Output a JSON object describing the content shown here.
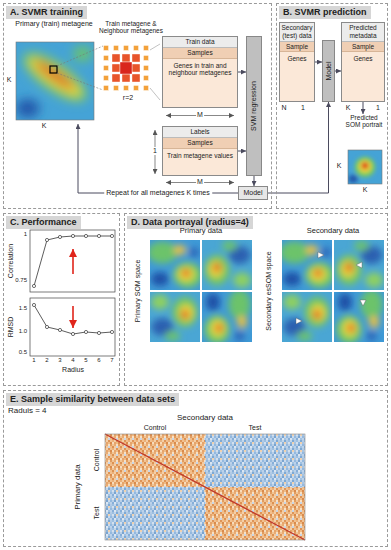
{
  "diagram": {
    "nodes": [
      {
        "text": [
          "A. SVMR training"
        ]
      },
      {
        "text": [
          "Primary (train) metagene"
        ],
        "in": 0
      },
      {
        "text": [
          "Train data",
          "Samples",
          "Genes in train and neighbour metagenes"
        ],
        "in": 0
      },
      {
        "text": [
          "Labels",
          "Samples",
          "Train metagene values"
        ],
        "in": 0
      },
      {
        "text": [
          "SVM regression"
        ],
        "in": 0
      },
      {
        "text": [
          "Model"
        ],
        "in": 0
      },
      {
        "text": [
          "B. SVMR prediction"
        ]
      },
      {
        "text": [
          "Secondary (test) data",
          "Sample",
          "Genes"
        ],
        "in": 6
      },
      {
        "text": [
          "Model"
        ],
        "in": 6
      },
      {
        "text": [
          "Predicted metadata",
          "Sample",
          "Genes"
        ],
        "in": 6
      },
      {
        "text": [
          "Predicted SOM portrait"
        ],
        "in": 6
      },
      {
        "text": [
          "C. Performance"
        ]
      },
      {
        "text": [
          "D. Data portrayal (radius=4)"
        ]
      },
      {
        "text": [
          "E. Sample similarity between data sets"
        ]
      }
    ],
    "edges": [
      {
        "from": 2,
        "to": 4,
        "arrow": "to"
      },
      {
        "from": 3,
        "to": 4,
        "arrow": "to"
      },
      {
        "from": 4,
        "to": 5,
        "arrow": "to"
      },
      {
        "from": 5,
        "to": 1,
        "label": "Repeat for all metagenes K times",
        "arrow": "to"
      },
      {
        "from": 5,
        "to": 8,
        "arrow": "to"
      },
      {
        "from": 7,
        "to": 8,
        "arrow": "to"
      },
      {
        "from": 8,
        "to": 9,
        "arrow": "to"
      },
      {
        "from": 9,
        "to": 10,
        "arrow": "to"
      }
    ],
    "labels": [
      "K",
      "K",
      "Train metagene & Neighbour metagenes",
      "r=2",
      "M",
      "1",
      "M",
      "N",
      "1",
      "K",
      "1",
      "K",
      "K",
      "Correlation",
      "RMSD",
      "Radius",
      "1",
      "0.75",
      "1.5",
      "1.0",
      "0.5",
      "1",
      "2",
      "3",
      "4",
      "5",
      "6",
      "7",
      "Primary data",
      "Secondary data",
      "Primary SOM space",
      "Secondary esSOM space",
      "Raduis = 4",
      "Secondary data",
      "Control",
      "Test",
      "Primary data",
      "Control",
      "Test"
    ]
  }
}
